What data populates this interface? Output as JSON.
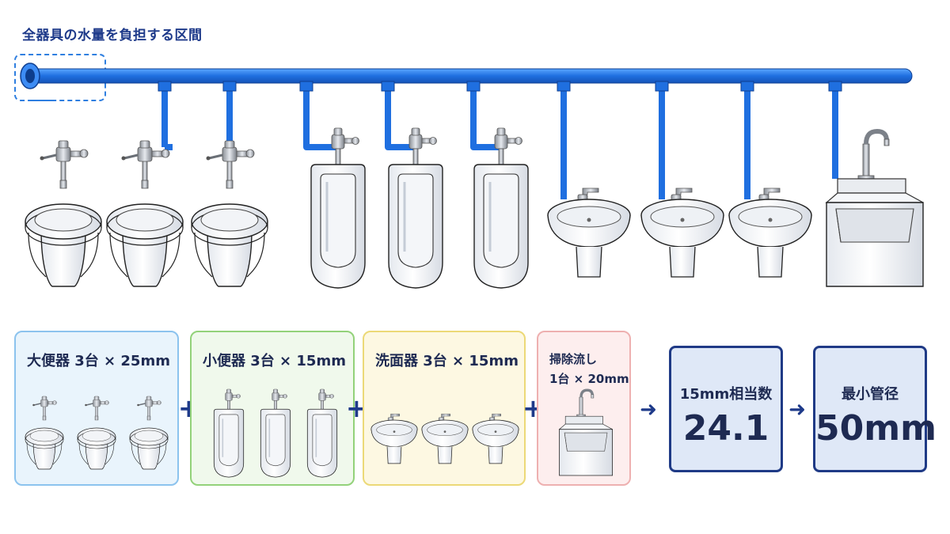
{
  "header": {
    "title": "全器具の水量を負担する区間"
  },
  "diagram": {
    "fixtures": [
      {
        "kind": "toilet-icon"
      },
      {
        "kind": "toilet-icon"
      },
      {
        "kind": "toilet-icon"
      },
      {
        "kind": "urinal-icon"
      },
      {
        "kind": "urinal-icon"
      },
      {
        "kind": "urinal-icon"
      },
      {
        "kind": "washbasin-icon"
      },
      {
        "kind": "washbasin-icon"
      },
      {
        "kind": "washbasin-icon"
      },
      {
        "kind": "service-sink-icon"
      }
    ],
    "pipe_color": "#2f7fe0"
  },
  "groups": [
    {
      "label": "大便器 3台 × 25mm",
      "icon": "toilet-icon",
      "count": 3,
      "bg": "#e9f4fc",
      "border": "#8cc3ee"
    },
    {
      "label": "小便器 3台 × 15mm",
      "icon": "urinal-icon",
      "count": 3,
      "bg": "#f0f9ec",
      "border": "#93d27a"
    },
    {
      "label": "洗面器 3台 × 15mm",
      "icon": "washbasin-icon",
      "count": 3,
      "bg": "#fdf8e2",
      "border": "#ecd977"
    },
    {
      "label_line1": "掃除流し",
      "label_line2": "1台 × 20mm",
      "icon": "service-sink-icon",
      "count": 1,
      "bg": "#fdeeee",
      "border": "#eeb0b0"
    }
  ],
  "operators": {
    "plus": "+",
    "arrow": "➜"
  },
  "results": {
    "equivalent_label": "15mm相当数",
    "equivalent_value": "24.1",
    "min_pipe_label": "最小管径",
    "min_pipe_value": "50mm"
  }
}
